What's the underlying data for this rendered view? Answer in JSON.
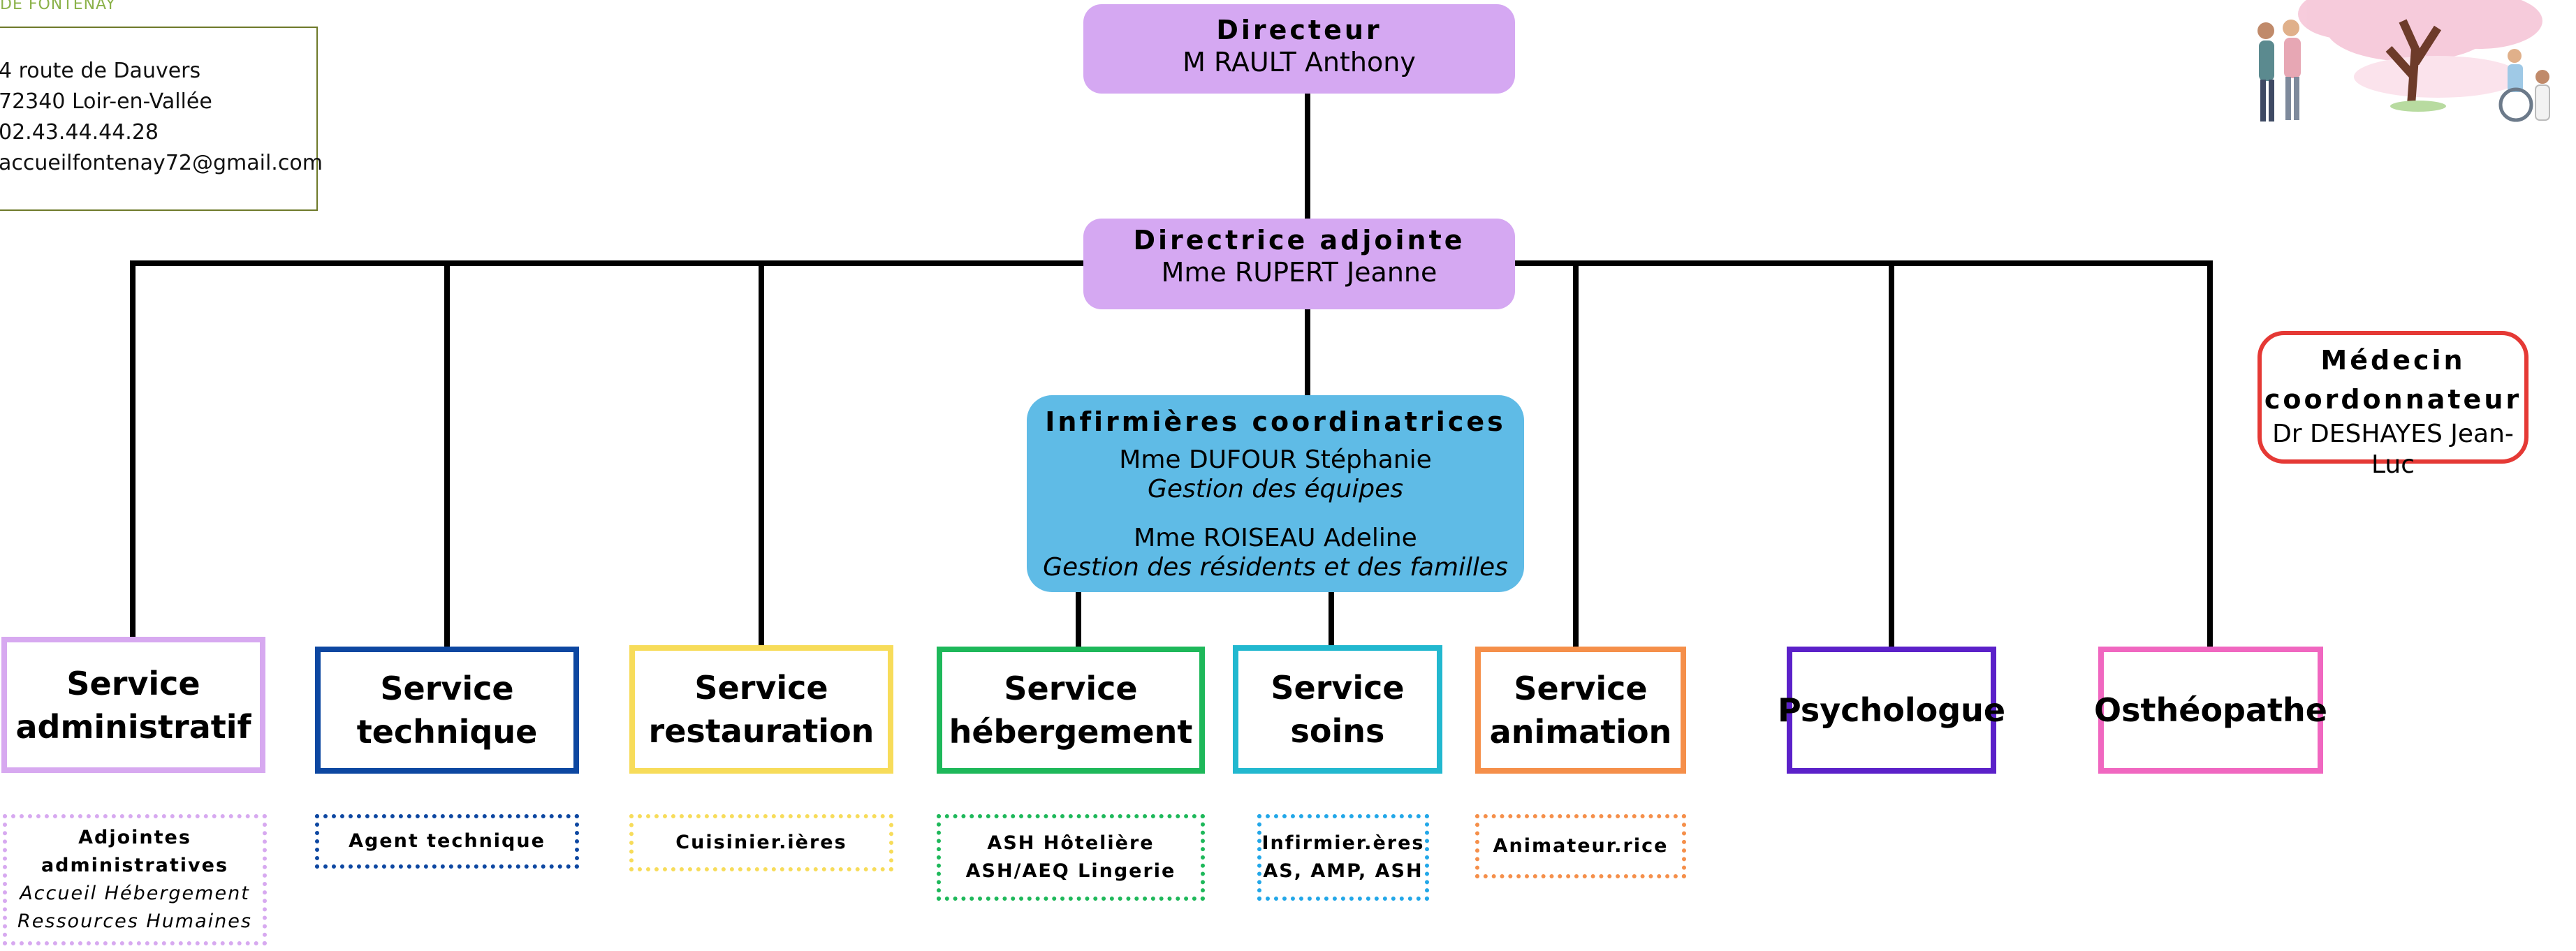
{
  "header": {
    "brand": "DE FONTENAY",
    "address_lines": [
      "4 route de Dauvers",
      "72340 Loir-en-Vallée",
      "02.43.44.44.28",
      "accueilfontenay72@gmail.com"
    ]
  },
  "directeur": {
    "title": "Directeur",
    "name": "M RAULT Anthony"
  },
  "adjointe": {
    "title": "Directrice adjointe",
    "name": "Mme RUPERT Jeanne"
  },
  "ide": {
    "title": "Infirmières coordinatrices",
    "persons": [
      {
        "name": "Mme DUFOUR Stéphanie",
        "role": "Gestion des équipes"
      },
      {
        "name": "Mme ROISEAU Adeline",
        "role": "Gestion des résidents et des familles"
      }
    ]
  },
  "medecin": {
    "title_line1": "Médecin",
    "title_line2": "coordonnateur",
    "name": "Dr DESHAYES Jean-Luc"
  },
  "services": {
    "administratif": {
      "line1": "Service",
      "line2": "administratif",
      "color": "#d7a9f0"
    },
    "technique": {
      "line1": "Service",
      "line2": "technique",
      "color": "#0d47a1"
    },
    "restauration": {
      "line1": "Service",
      "line2": "restauration",
      "color": "#f7dc5a"
    },
    "hebergement": {
      "line1": "Service",
      "line2": "hébergement",
      "color": "#1eb85a"
    },
    "soins": {
      "line1": "Service",
      "line2": "soins",
      "color": "#22b8cf"
    },
    "animation": {
      "line1": "Service",
      "line2": "animation",
      "color": "#f58f4a"
    },
    "psychologue": {
      "label": "Psychologue",
      "color": "#5b21c9"
    },
    "osteopathe": {
      "label": "Osthéopathe",
      "color": "#f067c0"
    }
  },
  "subunits": {
    "administratif": {
      "line1": "Adjointes",
      "line2": "administratives",
      "line3": "Accueil Hébergement",
      "line4": "Ressources Humaines"
    },
    "technique": {
      "line1": "Agent technique"
    },
    "restauration": {
      "line1": "Cuisinier.ières"
    },
    "hebergement": {
      "line1": "ASH Hôtelière",
      "line2": "ASH/AEQ Lingerie"
    },
    "soins": {
      "line1": "Infirmier.ères",
      "line2": "AS, AMP, ASH"
    },
    "animation": {
      "line1": "Animateur.rice"
    }
  },
  "colors": {
    "pill": "#d5a8f2",
    "ide": "#5fbbe6",
    "medecin_border": "#e53935",
    "line": "#000000"
  },
  "icons": {
    "illustration": "cherry-tree-elderly-care-illustration-icon"
  }
}
